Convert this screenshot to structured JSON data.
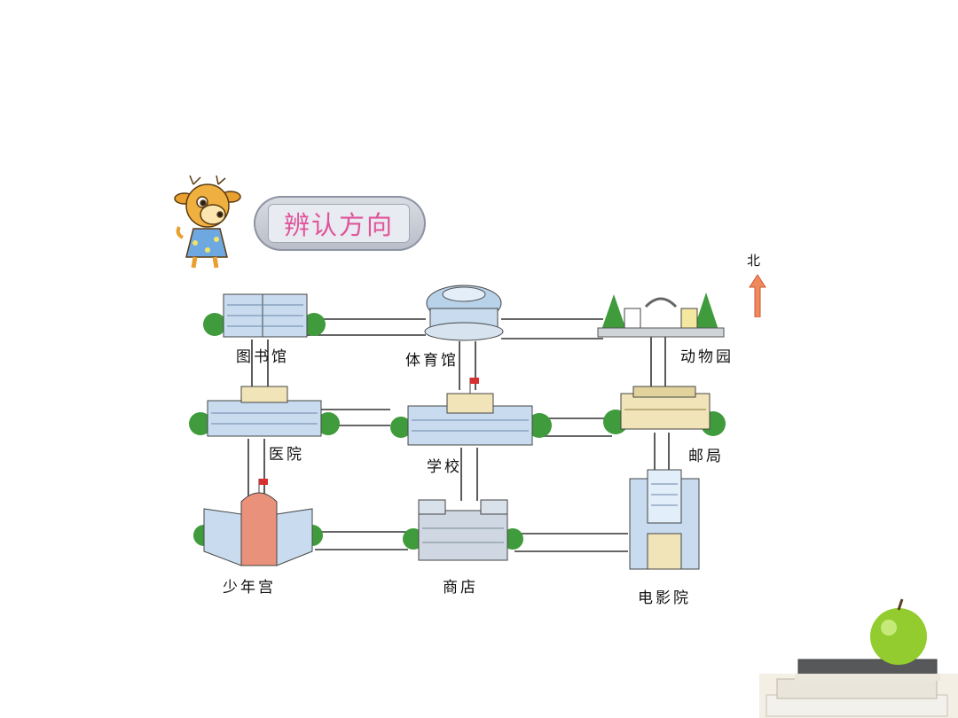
{
  "title": "辨认方向",
  "north_label": "北",
  "places": {
    "library": "图书馆",
    "gym": "体育馆",
    "zoo": "动物园",
    "hospital": "医院",
    "school": "学校",
    "post_office": "邮局",
    "youth_palace": "少年宫",
    "shop": "商店",
    "cinema": "电影院"
  },
  "colors": {
    "title_text": "#e0559a",
    "arrow": "#f08a5d",
    "tree": "#3f9b3c",
    "building": "#c9dcef",
    "road": "#333333"
  }
}
